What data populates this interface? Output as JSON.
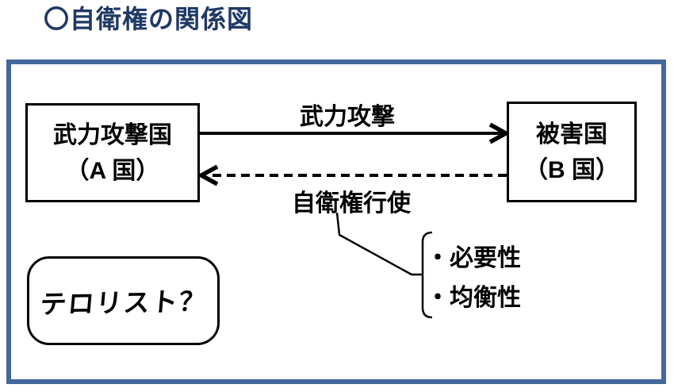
{
  "title": "〇自衛権の関係図",
  "diagram": {
    "attacker": {
      "line1": "武力攻撃国",
      "line2": "（A 国）"
    },
    "victim": {
      "line1": "被害国",
      "line2": "（B 国）"
    },
    "attack_label": "武力攻撃",
    "self_defense_label": "自衛権行使",
    "conditions": [
      "・必要性",
      "・均衡性"
    ],
    "terrorist_label": "テロリスト？"
  },
  "colors": {
    "frame_border": "#44689a",
    "title_text": "#1f3864",
    "diagram_ink": "#000000",
    "background": "#ffffff"
  }
}
